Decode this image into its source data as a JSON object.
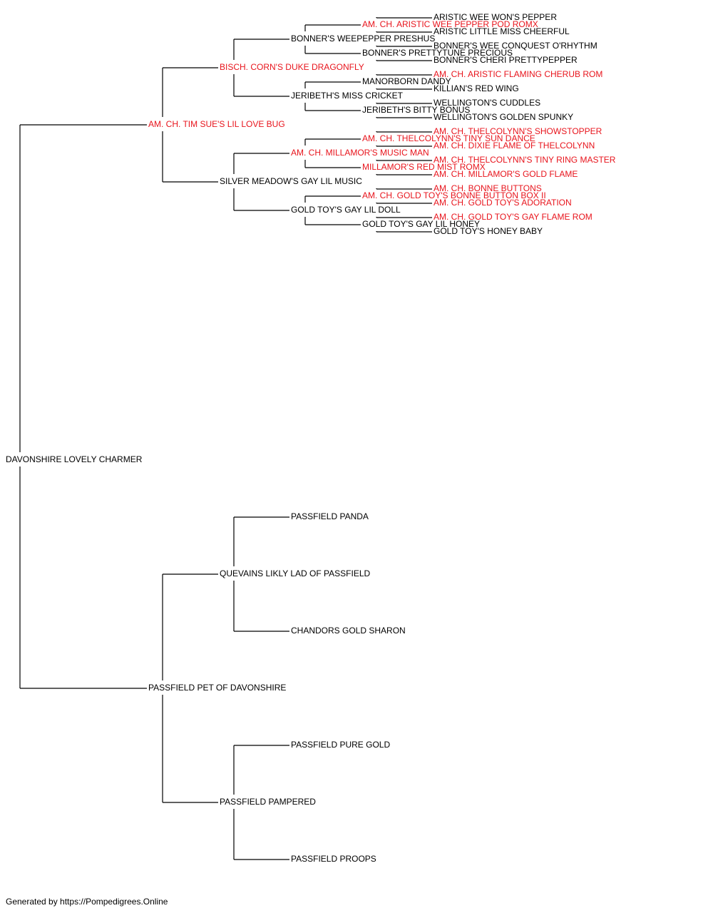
{
  "colors": {
    "champion": "#e8141c",
    "normal": "#000000",
    "line": "#000000"
  },
  "pedigree": {
    "name": "DAVONSHIRE LOVELY CHARMER",
    "champion": false,
    "sire": {
      "name": "AM. CH. TIM SUE'S LIL LOVE BUG",
      "champion": true,
      "sire": {
        "name": "BISCH. CORN'S DUKE DRAGONFLY",
        "champion": true,
        "sire": {
          "name": "BONNER'S WEEPEPPER PRESHUS",
          "champion": false,
          "sire": {
            "name": "AM. CH. ARISTIC WEE PEPPER POD ROMX",
            "champion": true,
            "sire": {
              "name": "ARISTIC WEE WON'S PEPPER",
              "champion": false
            },
            "dam": {
              "name": "ARISTIC LITTLE MISS CHEERFUL",
              "champion": false
            }
          },
          "dam": {
            "name": "BONNER'S PRETTYTUNE PRECIOUS",
            "champion": false,
            "sire": {
              "name": "BONNER'S WEE CONQUEST O'RHYTHM",
              "champion": false
            },
            "dam": {
              "name": "BONNER'S CHERI PRETTYPEPPER",
              "champion": false
            }
          }
        },
        "dam": {
          "name": "JERIBETH'S MISS CRICKET",
          "champion": false,
          "sire": {
            "name": "MANORBORN DANDY",
            "champion": false,
            "sire": {
              "name": "AM. CH. ARISTIC FLAMING CHERUB ROM",
              "champion": true
            },
            "dam": {
              "name": "KILLIAN'S RED WING",
              "champion": false
            }
          },
          "dam": {
            "name": "JERIBETH'S BITTY BONUS",
            "champion": false,
            "sire": {
              "name": "WELLINGTON'S CUDDLES",
              "champion": false
            },
            "dam": {
              "name": "WELLINGTON'S GOLDEN SPUNKY",
              "champion": false
            }
          }
        }
      },
      "dam": {
        "name": "SILVER MEADOW'S GAY LIL MUSIC",
        "champion": false,
        "sire": {
          "name": "AM. CH. MILLAMOR'S MUSIC MAN",
          "champion": true,
          "sire": {
            "name": "AM. CH. THELCOLYNN'S TINY SUN DANCE",
            "champion": true,
            "sire": {
              "name": "AM. CH. THELCOLYNN'S SHOWSTOPPER",
              "champion": true
            },
            "dam": {
              "name": "AM. CH. DIXIE FLAME OF THELCOLYNN",
              "champion": true
            }
          },
          "dam": {
            "name": "MILLAMOR'S RED MIST ROMX",
            "champion": true,
            "sire": {
              "name": "AM. CH. THELCOLYNN'S TINY RING MASTER",
              "champion": true
            },
            "dam": {
              "name": "AM. CH. MILLAMOR'S GOLD FLAME",
              "champion": true
            }
          }
        },
        "dam": {
          "name": "GOLD TOY'S GAY LIL DOLL",
          "champion": false,
          "sire": {
            "name": "AM. CH. GOLD TOY'S BONNE BUTTON BOX II",
            "champion": true,
            "sire": {
              "name": "AM. CH. BONNE BUTTONS",
              "champion": true
            },
            "dam": {
              "name": "AM. CH. GOLD TOY'S ADORATION",
              "champion": true
            }
          },
          "dam": {
            "name": "GOLD TOY'S GAY LIL HONEY",
            "champion": false,
            "sire": {
              "name": "AM. CH. GOLD TOY'S GAY FLAME ROM",
              "champion": true
            },
            "dam": {
              "name": "GOLD TOY'S HONEY BABY",
              "champion": false
            }
          }
        }
      }
    },
    "dam": {
      "name": "PASSFIELD PET OF DAVONSHIRE",
      "champion": false,
      "sire": {
        "name": "QUEVAINS LIKLY LAD OF PASSFIELD",
        "champion": false,
        "sire": {
          "name": "PASSFIELD PANDA",
          "champion": false
        },
        "dam": {
          "name": "CHANDORS GOLD SHARON",
          "champion": false
        }
      },
      "dam": {
        "name": "PASSFIELD PAMPERED",
        "champion": false,
        "sire": {
          "name": "PASSFIELD PURE GOLD",
          "champion": false
        },
        "dam": {
          "name": "PASSFIELD PROOPS",
          "champion": false
        }
      }
    }
  },
  "footer": {
    "text": "Generated by https://Pompedigrees.Online"
  }
}
